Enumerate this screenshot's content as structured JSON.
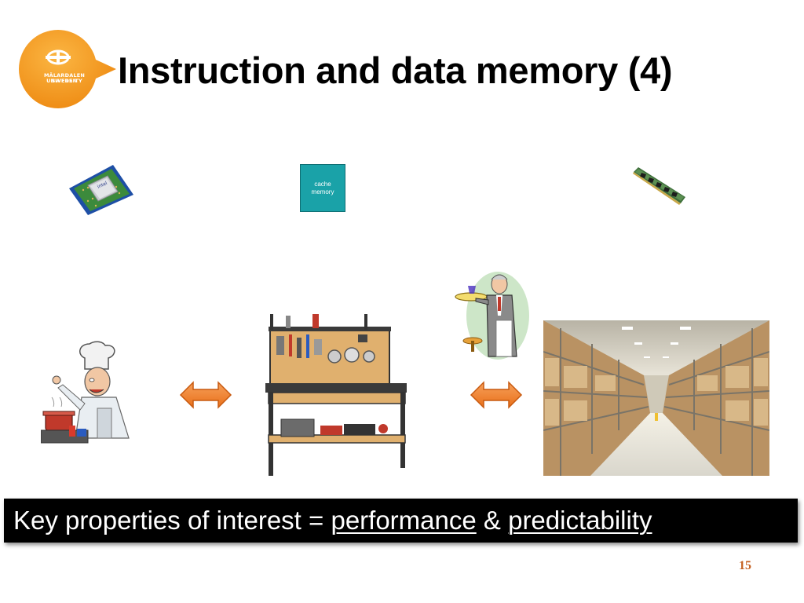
{
  "slide": {
    "title": "Instruction and data memory (4)",
    "logo": {
      "line1": "MÄLARDALEN UNIVERSITY",
      "line2": "SWEDEN"
    },
    "cache_label_line1": "cache",
    "cache_label_line2": "memory",
    "banner": {
      "prefix": "Key properties of interest = ",
      "term1": "performance",
      "connector": " & ",
      "term2": "predictability"
    },
    "page_number": "15"
  },
  "icons": {
    "processor": "cpu-chip-icon",
    "cache": "cache-memory-icon",
    "ram": "ram-module-icon",
    "chef": "chef-cooking-icon",
    "workbench": "workbench-icon",
    "waiter": "waiter-icon",
    "warehouse": "warehouse-icon",
    "arrow": "double-arrow-icon"
  },
  "colors": {
    "logo_orange": "#f29a1f",
    "arrow_orange": "#f07f1e",
    "cache_teal": "#1aa2a8",
    "banner_bg": "#000000",
    "page_number": "#c46020"
  }
}
